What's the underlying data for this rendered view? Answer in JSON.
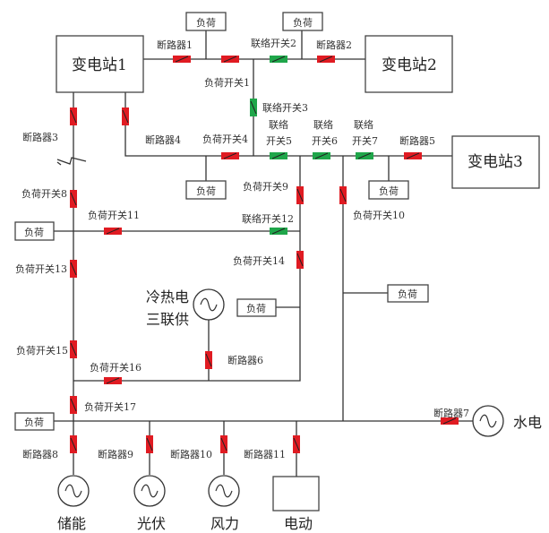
{
  "colors": {
    "breaker": "#e01b22",
    "tie": "#1fa64a",
    "line": "#333333"
  },
  "stations": {
    "s1": "变电站1",
    "s2": "变电站2",
    "s3": "变电站3"
  },
  "load": "负荷",
  "labels": {
    "cb1": "断路器1",
    "cb2": "断路器2",
    "cb3": "断路器3",
    "cb4": "断路器4",
    "cb5": "断路器5",
    "cb6": "断路器6",
    "cb7": "断路器7",
    "cb8": "断路器8",
    "cb9": "断路器9",
    "cb10": "断路器10",
    "cb11": "断路器11",
    "ls1": "负荷开关1",
    "ls4": "负荷开关4",
    "ls8": "负荷开关8",
    "ls9": "负荷开关9",
    "ls10": "负荷开关10",
    "ls11": "负荷开关11",
    "ls13": "负荷开关13",
    "ls14": "负荷开关14",
    "ls15": "负荷开关15",
    "ls16": "负荷开关16",
    "ls17": "负荷开关17",
    "ts2": "联络开关2",
    "ts3": "联络开关3",
    "ts12": "联络开关12",
    "ts5a": "联络",
    "ts5b": "开关5",
    "ts6a": "联络",
    "ts6b": "开关6",
    "ts7a": "联络",
    "ts7b": "开关7"
  },
  "sources": {
    "chp1": "冷热电",
    "chp2": "三联供",
    "hydro": "水电",
    "storage": "储能",
    "pv": "光伏",
    "wind": "风力",
    "ev": "电动"
  }
}
